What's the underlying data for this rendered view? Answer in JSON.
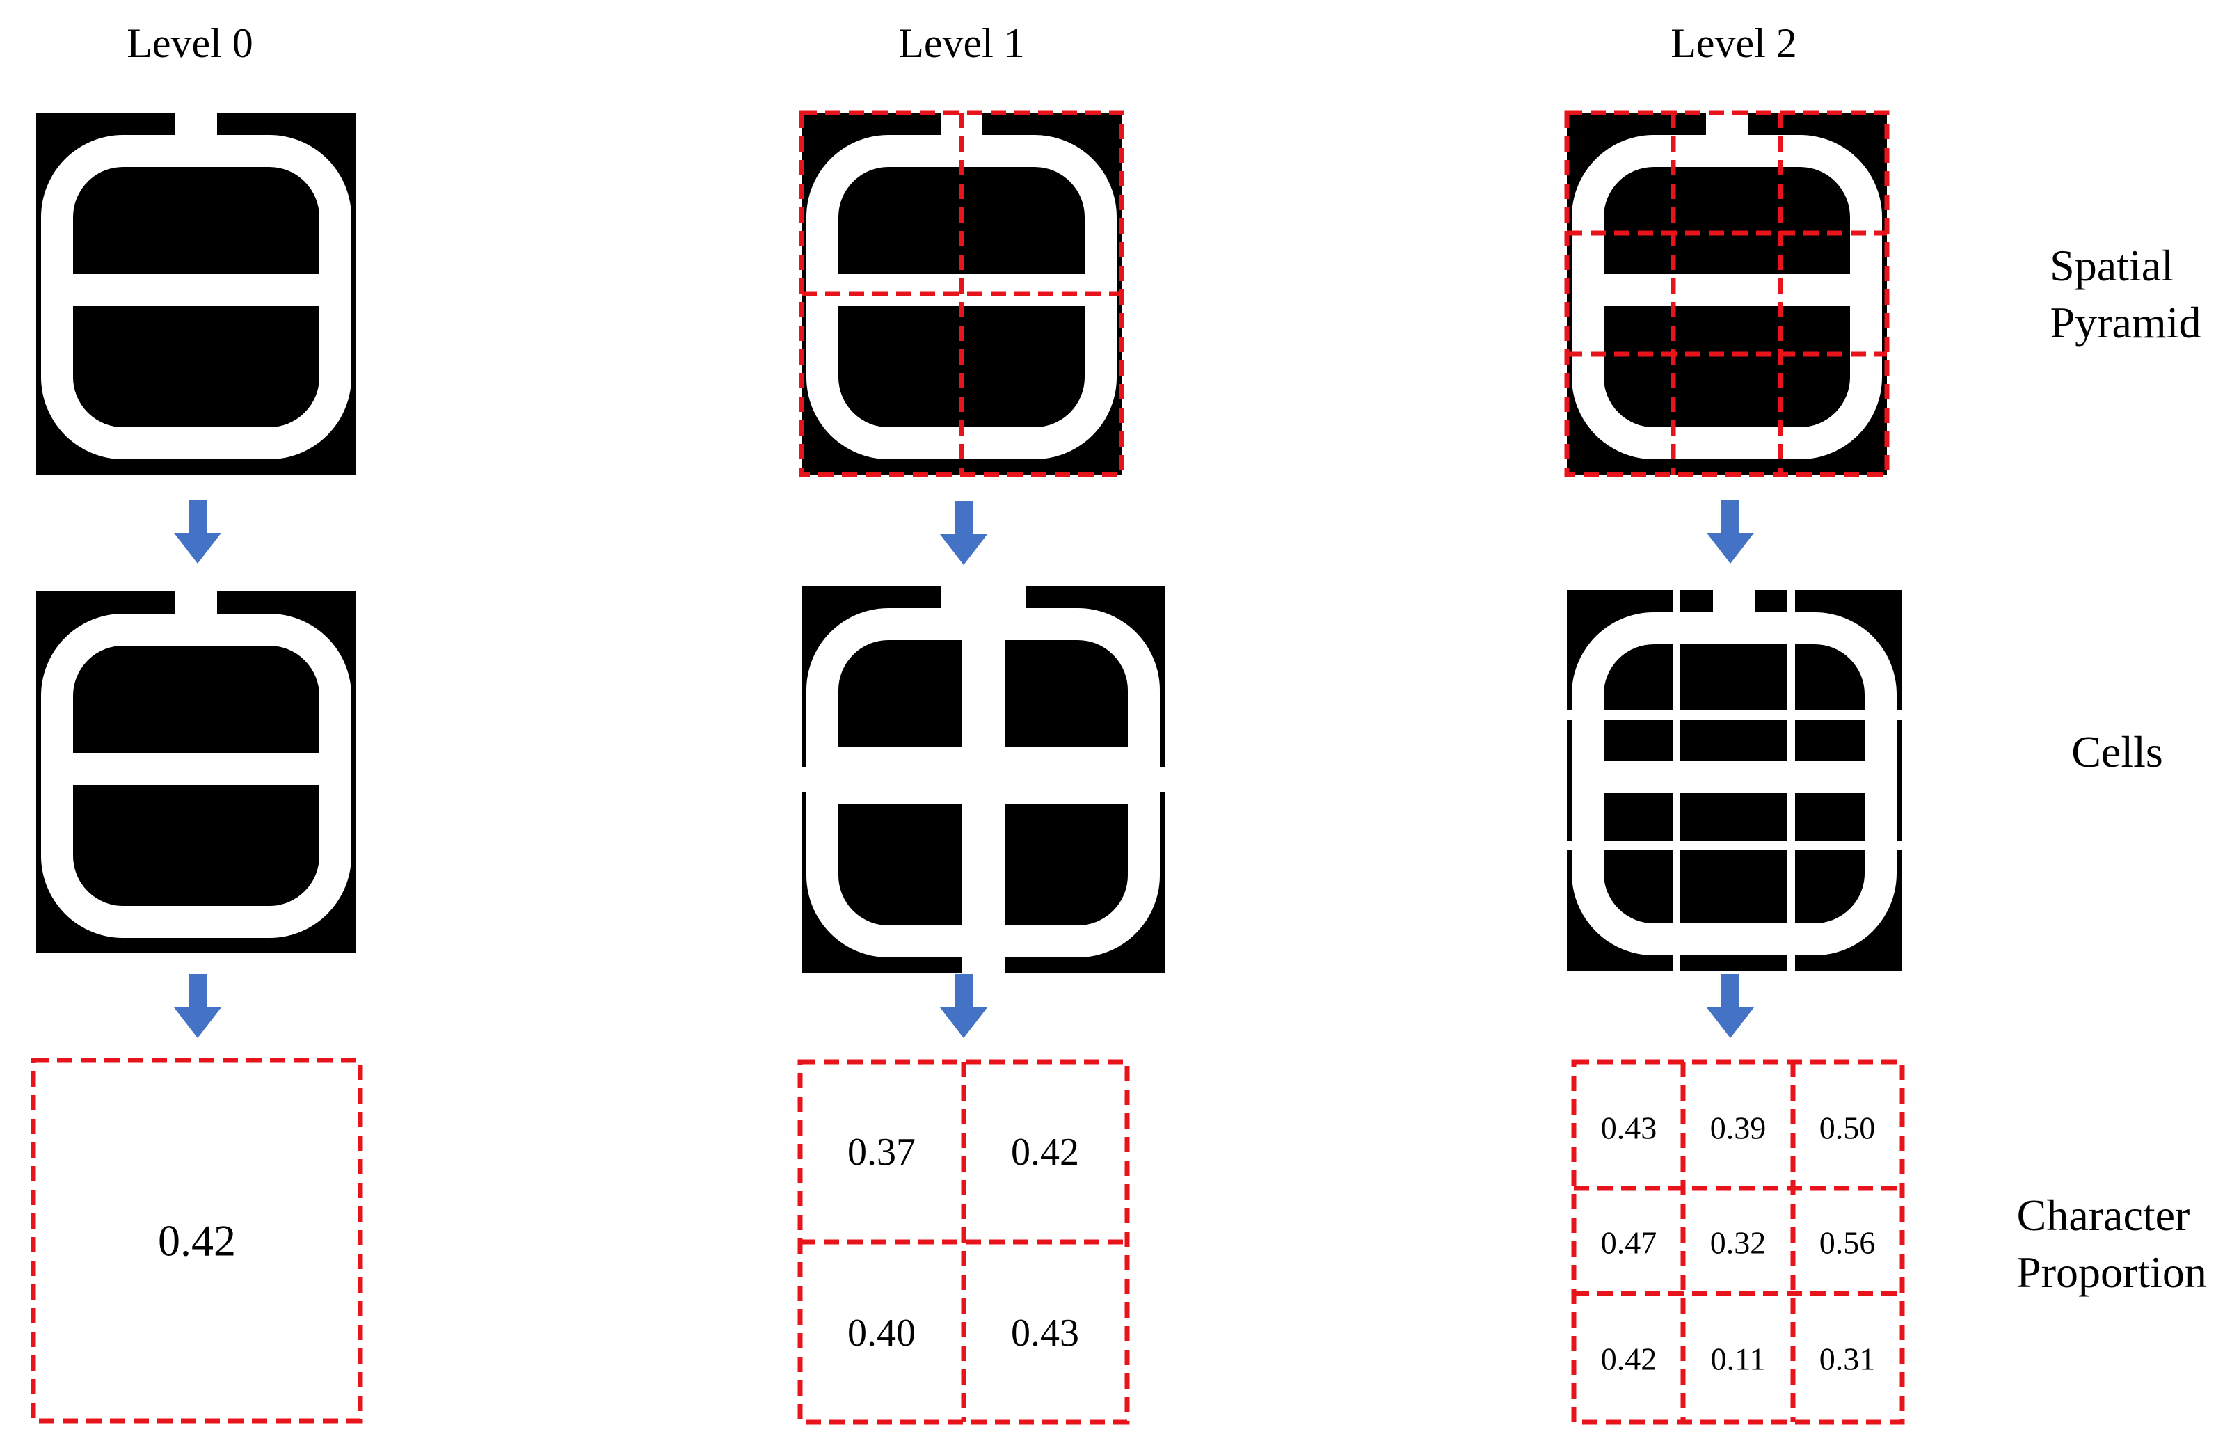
{
  "levels": [
    {
      "label": "Level 0",
      "grid": 1,
      "proportions": [
        "0.42"
      ]
    },
    {
      "label": "Level 1",
      "grid": 2,
      "proportions": [
        "0.37",
        "0.42",
        "0.40",
        "0.43"
      ]
    },
    {
      "label": "Level 2",
      "grid": 3,
      "proportions": [
        "0.43",
        "0.39",
        "0.50",
        "0.47",
        "0.32",
        "0.56",
        "0.42",
        "0.11",
        "0.31"
      ]
    }
  ],
  "row_labels": {
    "spatial_pyramid": [
      "Spatial",
      "Pyramid"
    ],
    "cells": "Cells",
    "character_proportion": [
      "Character",
      "Proportion"
    ]
  },
  "colors": {
    "grid_line": "#e8141c",
    "arrow": "#4472c4",
    "glyph_ink": "#ffffff",
    "glyph_background": "#000000"
  },
  "icons": {
    "arrow": "down-arrow-icon",
    "glyph": "digit-eight-glyph"
  }
}
